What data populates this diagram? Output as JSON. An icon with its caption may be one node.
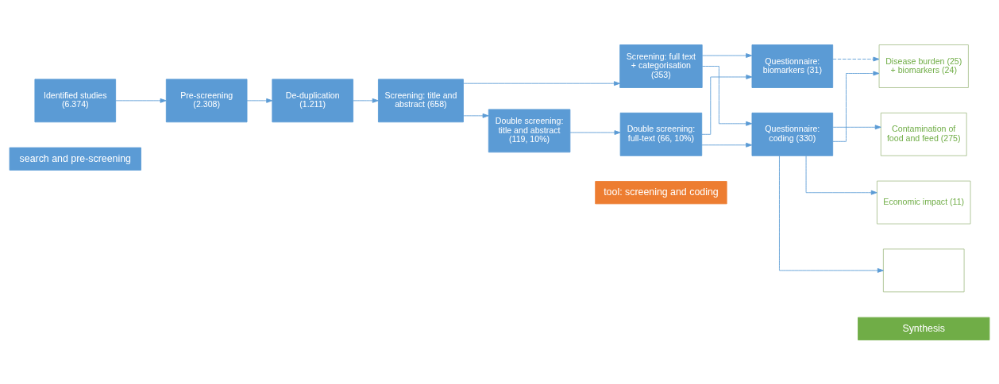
{
  "diagram": {
    "nodes": [
      {
        "text": [
          "search and pre-screening"
        ]
      },
      {
        "text": [
          "tool: screening and coding"
        ]
      },
      {
        "text": [
          "Synthesis"
        ]
      },
      {
        "text": [
          "Identified studies (6.374)"
        ]
      },
      {
        "text": [
          "Pre-screening (2.308)"
        ]
      },
      {
        "text": [
          "De-duplication (1.211)"
        ]
      },
      {
        "text": [
          "Screening: title and abstract (658)"
        ]
      },
      {
        "text": [
          "Screening: full text + categorisation (353)"
        ]
      },
      {
        "text": [
          "Questionnaire: coding (330)"
        ]
      },
      {
        "text": [
          "Questionnaire: biomarkers (31)"
        ]
      },
      {
        "text": [
          "Contamination of food and feed (275)"
        ]
      },
      {
        "text": [
          "Disease burden (25) + biomarkers (24)"
        ]
      },
      {
        "text": [
          "Economic impact (11)"
        ]
      },
      {
        "text": [],
        "shape": "box"
      },
      {
        "text": [
          "Double screening: title and abstract (119, 10%)"
        ]
      },
      {
        "text": [
          "Double screening: full-text (66, 10%)"
        ]
      }
    ],
    "edges": [
      {
        "from": 3,
        "to": 4,
        "arrow": "to"
      },
      {
        "from": 4,
        "to": 5,
        "arrow": "to"
      },
      {
        "from": 5,
        "to": 6,
        "arrow": "to"
      },
      {
        "from": 6,
        "to": 7,
        "arrow": "to"
      },
      {
        "from": 6,
        "to": 14,
        "arrow": "to"
      },
      {
        "from": 14,
        "to": 15,
        "arrow": "to"
      },
      {
        "from": 7,
        "to": 8,
        "arrow": "to"
      },
      {
        "from": 7,
        "to": 9,
        "arrow": "to"
      },
      {
        "from": 15,
        "to": 8,
        "arrow": "to"
      },
      {
        "from": 15,
        "to": 9,
        "arrow": "to"
      },
      {
        "from": 8,
        "to": 10,
        "arrow": "to"
      },
      {
        "from": 8,
        "to": 11,
        "arrow": "to"
      },
      {
        "from": 8,
        "to": 12,
        "arrow": "to"
      },
      {
        "from": 8,
        "to": 13,
        "arrow": "to"
      },
      {
        "from": 9,
        "to": 11,
        "arrow": "to",
        "style": "dashed"
      }
    ]
  }
}
